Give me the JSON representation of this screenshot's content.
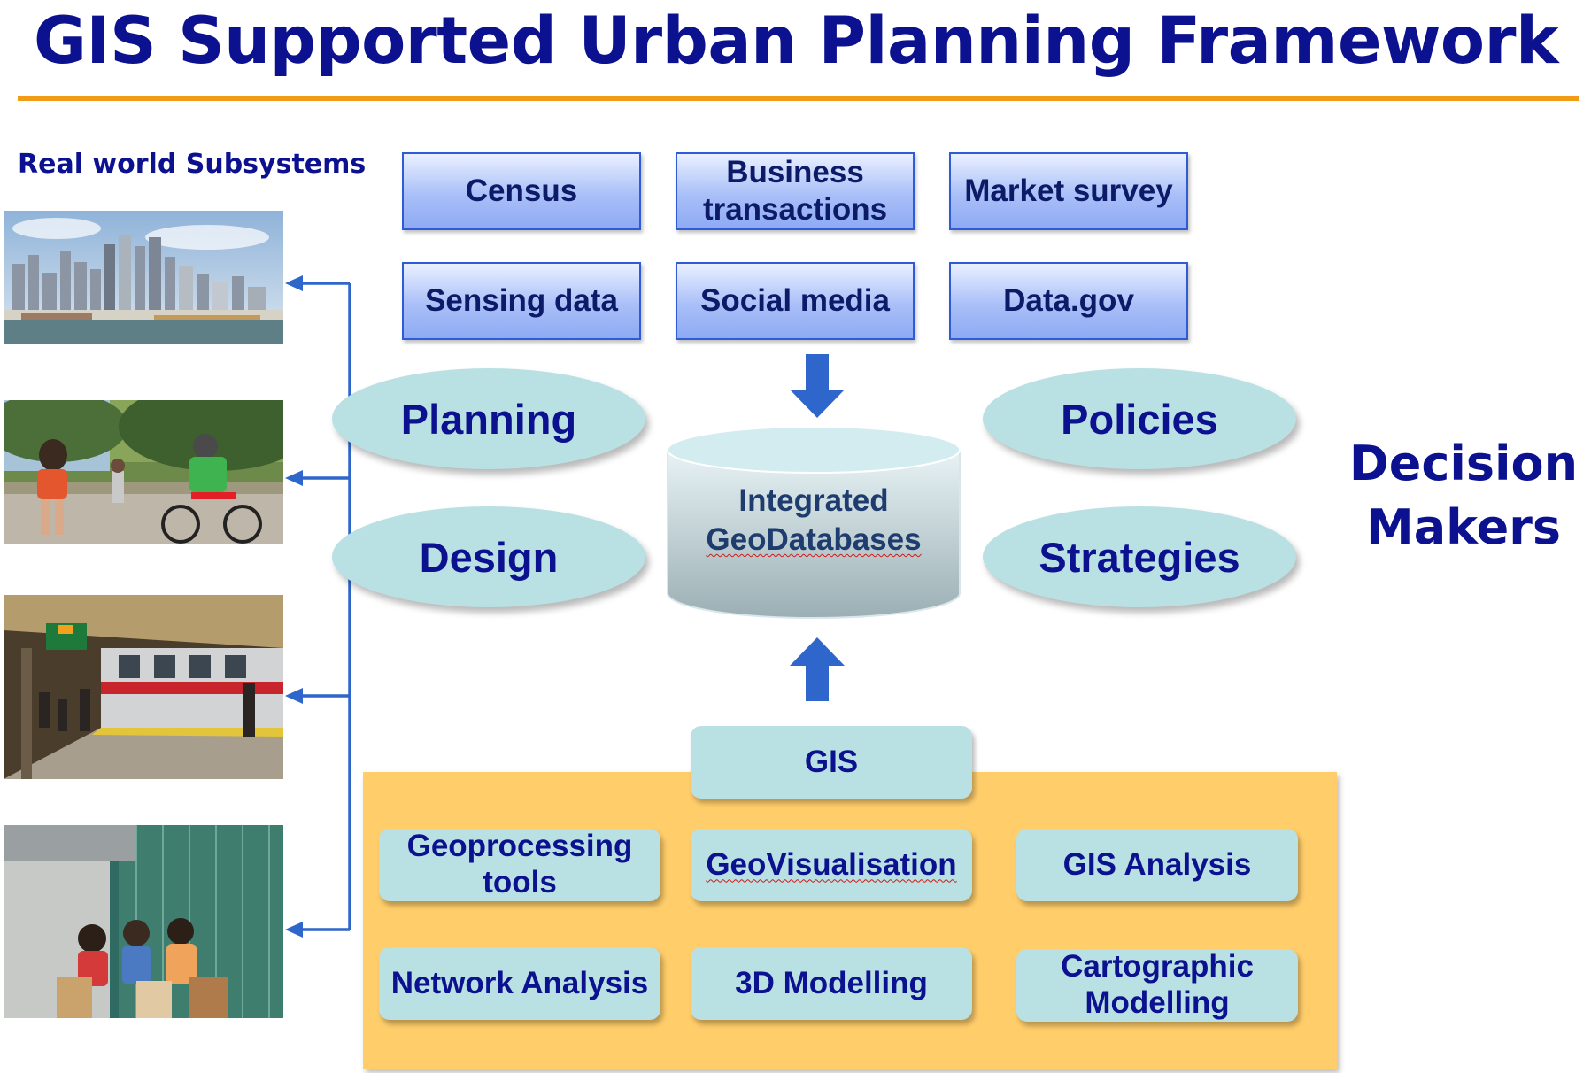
{
  "title": "GIS Supported Urban Planning Framework",
  "subsystems": {
    "heading": "Real world Subsystems",
    "photos": [
      "city skyline",
      "park recreation",
      "metro train station",
      "shopping district"
    ]
  },
  "data_sources": [
    "Census",
    "Business transactions",
    "Market survey",
    "Sensing data",
    "Social media",
    "Data.gov"
  ],
  "planning_ovals": [
    "Planning",
    "Design"
  ],
  "policy_ovals": [
    "Policies",
    "Strategies"
  ],
  "database": {
    "line1": "Integrated",
    "line2": "GeoDatabases"
  },
  "decision_makers": {
    "line1": "Decision",
    "line2": "Makers"
  },
  "gis": {
    "label": "GIS",
    "tools": [
      "Geoprocessing tools",
      "GeoVisualisation",
      "GIS Analysis",
      "Network Analysis",
      "3D Modelling",
      "Cartographic Modelling"
    ]
  },
  "colors": {
    "title": "#0c1190",
    "rule": "#f29b16",
    "source_box": "#a9bff8",
    "oval": "#b9e0e3",
    "gis_panel": "#ffcd6a",
    "arrow": "#2e66cc"
  }
}
